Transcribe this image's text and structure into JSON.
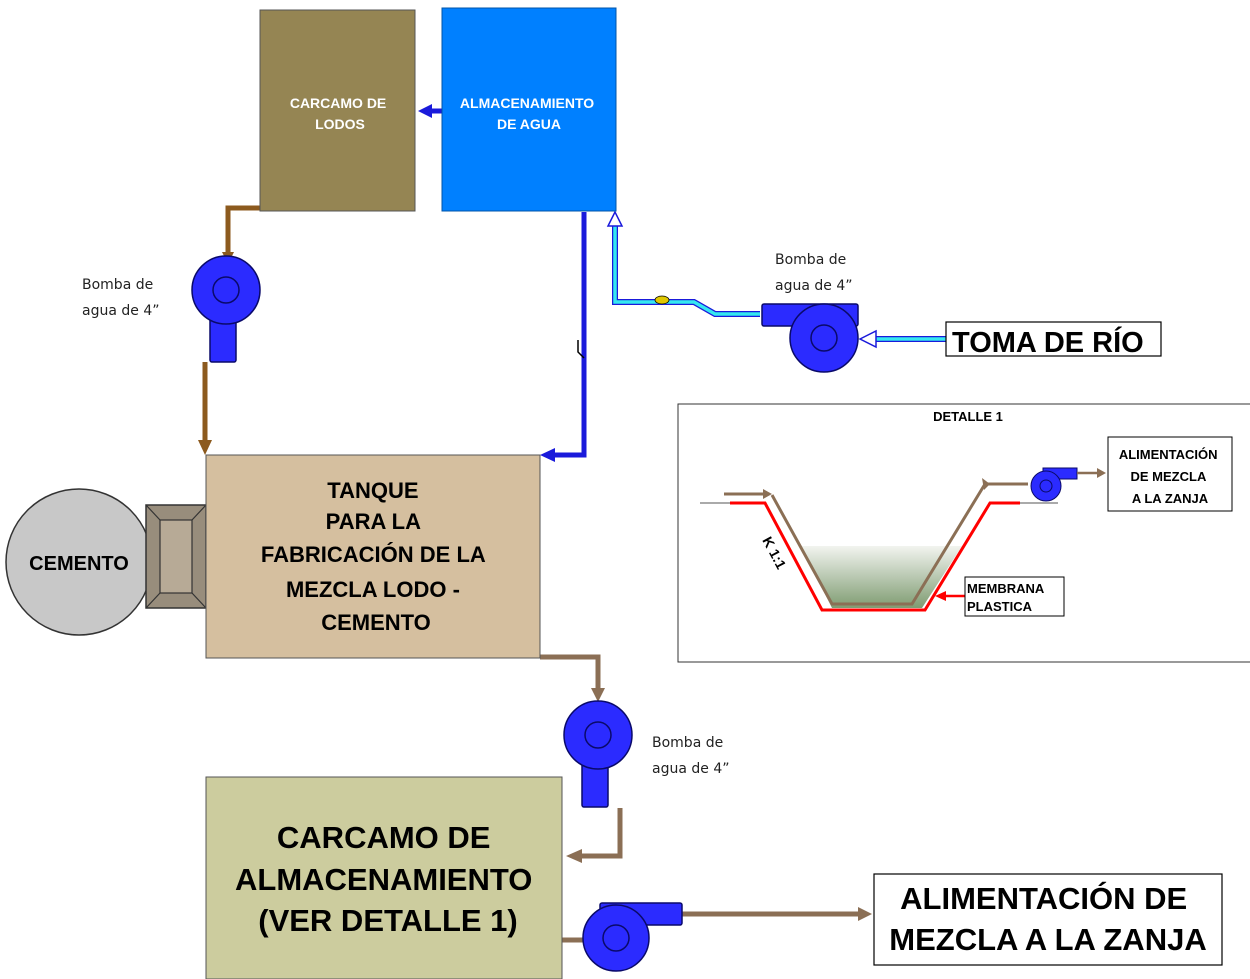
{
  "blocks": {
    "lodos": {
      "lines": [
        "CARCAMO DE",
        "LODOS"
      ],
      "fill": "#958553"
    },
    "agua": {
      "lines": [
        "ALMACENAMIENTO",
        "DE AGUA"
      ],
      "fill": "#0080ff"
    },
    "tanque": {
      "lines": [
        "TANQUE",
        "PARA LA",
        "FABRICACIÓN DE LA",
        "MEZCLA LODO -",
        "CEMENTO"
      ],
      "fill": "#d5bf9f"
    },
    "cemento": {
      "label": "CEMENTO",
      "fill": "#c8c8c8"
    },
    "almacenamiento": {
      "lines": [
        "CARCAMO DE",
        "ALMACENAMIENTO",
        "(VER DETALLE 1)"
      ],
      "fill": "#cccc9e"
    },
    "toma": {
      "label": "TOMA DE RÍO"
    },
    "alimentacion": {
      "lines": [
        "ALIMENTACIÓN DE",
        "MEZCLA A LA ZANJA"
      ]
    }
  },
  "pump_labels": [
    {
      "lines": [
        "Bomba de",
        "agua de 4”"
      ]
    },
    {
      "lines": [
        "Bomba de",
        "agua de 4”"
      ]
    },
    {
      "lines": [
        "Bomba de",
        "agua de 4”"
      ]
    }
  ],
  "detalle": {
    "title": "DETALLE 1",
    "slope": "K 1:1",
    "membrana": [
      "MEMBRANA",
      "PLASTICA"
    ],
    "alimentacion": [
      "ALIMENTACIÓN",
      "DE MEZCLA",
      "A LA ZANJA"
    ]
  },
  "colors": {
    "pump": "#2b2bff",
    "pipe_water": "#1a1adb",
    "pipe_river": "#35e8f0",
    "pipe_mud": "#8c5a1e",
    "pipe_mix": "#8b6f55",
    "membrane": "#ff0000"
  }
}
